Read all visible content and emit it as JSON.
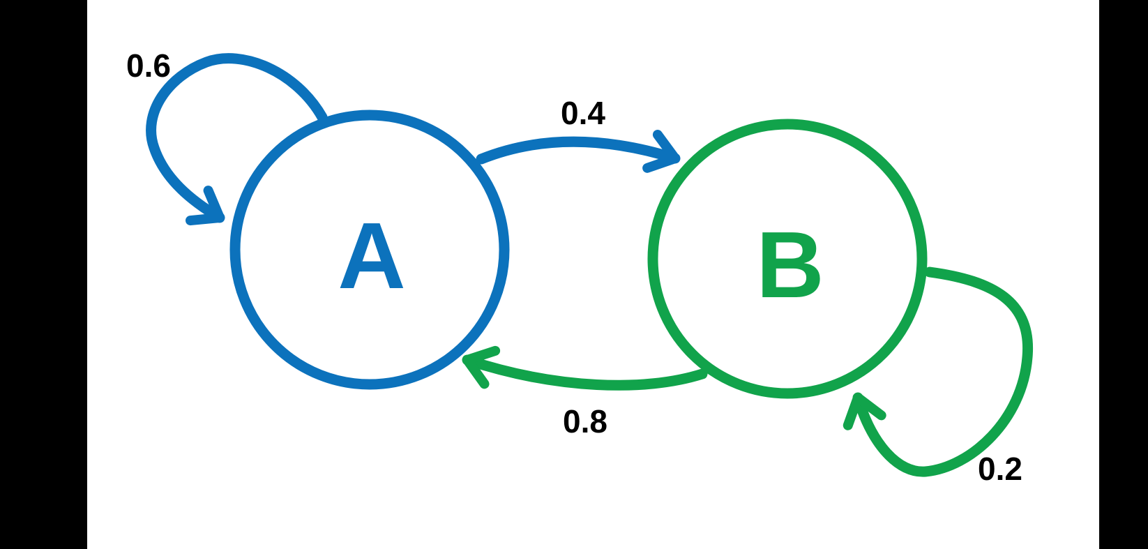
{
  "canvas": {
    "background_color": "#ffffff",
    "letterbox_color": "#000000"
  },
  "diagram": {
    "type": "markov-chain-state-diagram",
    "states": [
      {
        "id": "A",
        "label": "A",
        "color": "#0c72bc"
      },
      {
        "id": "B",
        "label": "B",
        "color": "#11a34b"
      }
    ],
    "transitions": [
      {
        "from": "A",
        "to": "A",
        "probability": "0.6",
        "color": "#0c72bc",
        "label_color": "#000000"
      },
      {
        "from": "A",
        "to": "B",
        "probability": "0.4",
        "color": "#0c72bc",
        "label_color": "#000000"
      },
      {
        "from": "B",
        "to": "A",
        "probability": "0.8",
        "color": "#11a34b",
        "label_color": "#000000"
      },
      {
        "from": "B",
        "to": "B",
        "probability": "0.2",
        "color": "#11a34b",
        "label_color": "#000000"
      }
    ]
  }
}
